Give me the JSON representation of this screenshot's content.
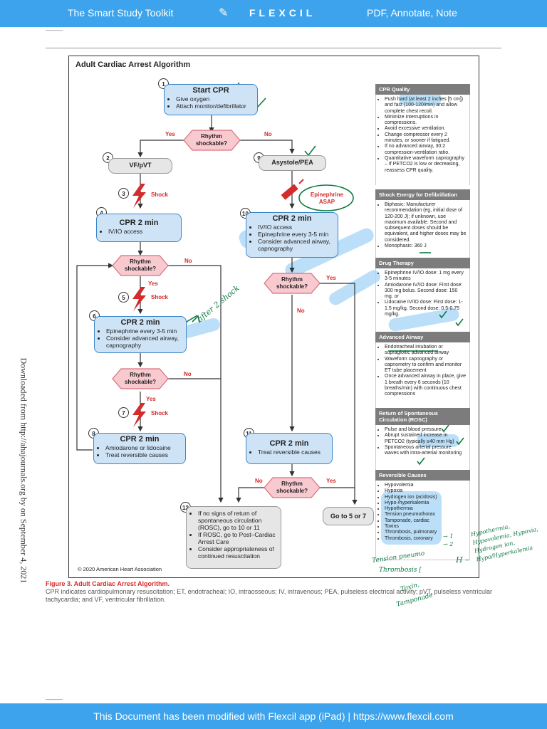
{
  "banner_top": {
    "left": "The Smart Study Toolkit",
    "center": "FLEXCIL",
    "right": "PDF, Annotate, Note"
  },
  "banner_bottom": "This Document has been modified with Flexcil app (iPad) | https://www.flexcil.com",
  "side_caption": "Downloaded from http://ahajournals.org by on September 4, 2021",
  "algorithm": {
    "title": "Adult Cardiac Arrest Algorithm",
    "copyright": "© 2020 American Heart Association",
    "step1": {
      "num": "1",
      "title": "Start CPR",
      "items": [
        "Give oxygen",
        "Attach monitor/defibrillator"
      ]
    },
    "decision_top": {
      "text": "Rhythm shockable?",
      "yes": "Yes",
      "no": "No"
    },
    "step2": {
      "num": "2",
      "text": "VF/pVT"
    },
    "step9": {
      "num": "9",
      "text": "Asystole/PEA"
    },
    "shock3": {
      "num": "3",
      "text": "Shock"
    },
    "epi_asap": "Epinephrine ASAP",
    "step4": {
      "num": "4",
      "title": "CPR 2 min",
      "items": [
        "IV/IO access"
      ]
    },
    "step10": {
      "num": "10",
      "title": "CPR 2 min",
      "items": [
        "IV/IO access",
        "Epinephrine every 3-5 min",
        "Consider advanced airway, capnography"
      ]
    },
    "decision_l1": {
      "text": "Rhythm shockable?",
      "yes": "Yes",
      "no": "No"
    },
    "decision_r1": {
      "text": "Rhythm shockable?",
      "yes": "Yes",
      "no": "No"
    },
    "shock5": {
      "num": "5",
      "text": "Shock"
    },
    "step6": {
      "num": "6",
      "title": "CPR 2 min",
      "items": [
        "Epinephrine every 3-5 min",
        "Consider advanced airway, capnography"
      ]
    },
    "decision_l2": {
      "text": "Rhythm shockable?",
      "yes": "Yes",
      "no": "No"
    },
    "shock7": {
      "num": "7",
      "text": "Shock"
    },
    "step8": {
      "num": "8",
      "title": "CPR 2 min",
      "items": [
        "Amiodarone or lidocaine",
        "Treat reversible causes"
      ]
    },
    "step11": {
      "num": "11",
      "title": "CPR 2 min",
      "items": [
        "Treat reversible causes"
      ]
    },
    "decision_r2": {
      "text": "Rhythm shockable?",
      "yes": "Yes",
      "no": "No"
    },
    "step12": {
      "num": "12",
      "items": [
        "If no signs of return of spontaneous circulation (ROSC), go to 10 or 11",
        "If ROSC, go to Post–Cardiac Arrest Care",
        "Consider appropriateness of continued resuscitation"
      ]
    },
    "goto": "Go to 5 or 7"
  },
  "panels": [
    {
      "title": "CPR Quality",
      "items": [
        "Push hard (at least 2 inches [5 cm]) and fast (100-120/min) and allow complete chest recoil.",
        "Minimize interruptions in compressions.",
        "Avoid excessive ventilation.",
        "Change compressor every 2 minutes, or sooner if fatigued.",
        "If no advanced airway, 30:2 compression-ventilation ratio.",
        "Quantitative waveform capnography – If PETCO2 is low or decreasing, reassess CPR quality."
      ]
    },
    {
      "title": "Shock Energy for Defibrillation",
      "items": [
        "Biphasic: Manufacturer recommendation (eg, initial dose of 120-200 J); if unknown, use maximum available. Second and subsequent doses should be equivalent, and higher doses may be considered.",
        "Monophasic: 360 J"
      ]
    },
    {
      "title": "Drug Therapy",
      "items": [
        "Epinephrine IV/IO dose: 1 mg every 3-5 minutes",
        "Amiodarone IV/IO dose: First dose: 300 mg bolus. Second dose: 150 mg. or",
        "Lidocaine IV/IO dose: First dose: 1-1.5 mg/kg. Second dose: 0.5-0.75 mg/kg."
      ]
    },
    {
      "title": "Advanced Airway",
      "items": [
        "Endotracheal intubation or supraglottic advanced airway",
        "Waveform capnography or capnometry to confirm and monitor ET tube placement",
        "Once advanced airway in place, give 1 breath every 6 seconds (10 breaths/min) with continuous chest compressions"
      ]
    },
    {
      "title": "Return of Spontaneous Circulation (ROSC)",
      "items": [
        "Pulse and blood pressure",
        "Abrupt sustained increase in PETCO2 (typically ≥40 mm Hg)",
        "Spontaneous arterial pressure waves with intra-arterial monitoring"
      ]
    },
    {
      "title": "Reversible Causes",
      "items": [
        "Hypovolemia",
        "Hypoxia",
        "Hydrogen ion (acidosis)",
        "Hypo-/hyperkalemia",
        "Hypothermia",
        "Tension pneumothorax",
        "Tamponade, cardiac",
        "Toxins",
        "Thrombosis, pulmonary",
        "Thrombosis, coronary"
      ]
    }
  ],
  "caption": {
    "title": "Figure 3. Adult Cardiac Arrest Algorithm.",
    "text": "CPR indicates cardiopulmonary resuscitation; ET, endotracheal; IO, intraosseous; IV, intravenous; PEA, pulseless electrical activity; pVT, pulseless ventricular tachycardia; and VF, ventricular fibrillation."
  },
  "handwriting": {
    "after_shock": "after 2 shock",
    "tension": "Tension pneumo",
    "thrombosis": "Thrombosis [",
    "toxin": "Toxin,",
    "tamponade": "Tamponade",
    "h_dash": "H –",
    "h_list": "Hypothermia, Hypovolemia, Hypoxia, Hydrogen ion, Hypo/Hyperkalemia",
    "mark1": "→ 1",
    "mark2": "→ 2"
  },
  "colors": {
    "banner": "#3da3ec",
    "box_fill": "#cfe3f6",
    "box_border": "#3b86c7",
    "decision_fill": "#f8c9cf",
    "decision_border": "#d8707e",
    "shock_red": "#d42b2b",
    "ink_green": "#0f7a43",
    "highlight_blue": "#3da3ec"
  }
}
